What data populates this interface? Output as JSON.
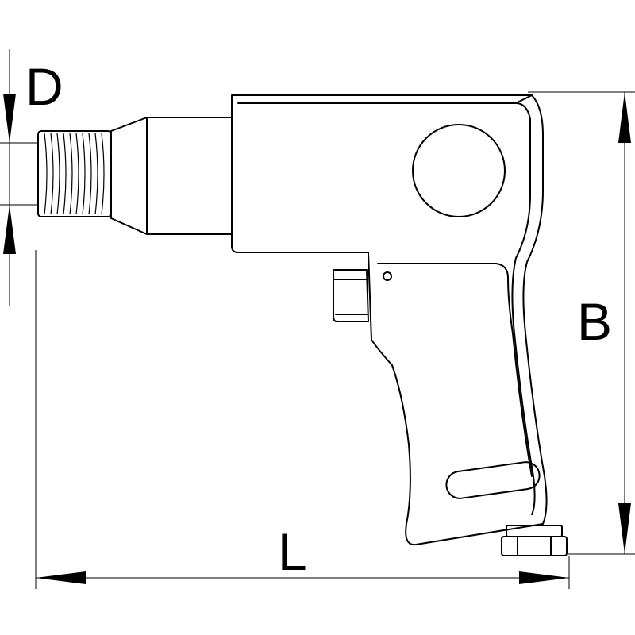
{
  "labels": {
    "diameter": "D",
    "height": "B",
    "length": "L"
  },
  "colors": {
    "line": "#000000",
    "background": "#ffffff"
  }
}
